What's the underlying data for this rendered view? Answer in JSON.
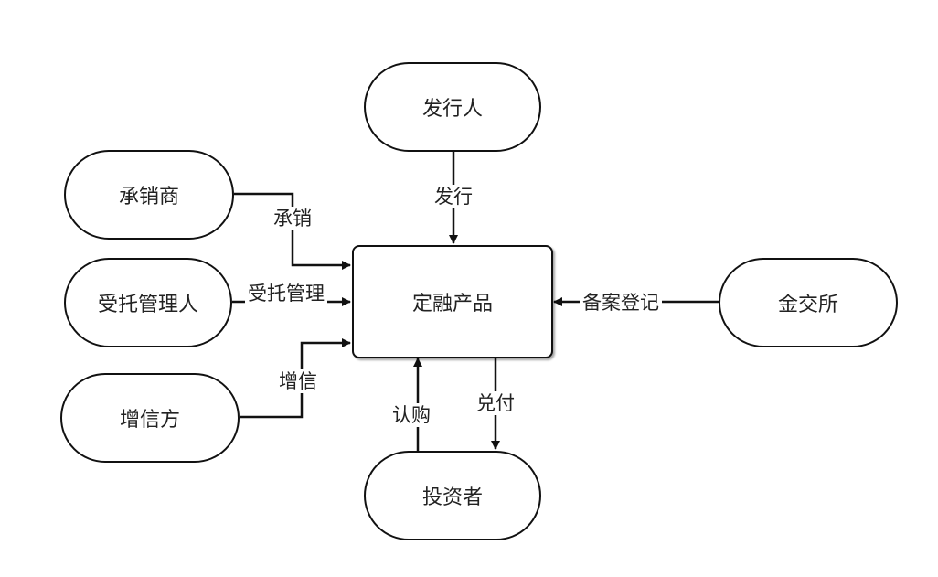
{
  "nodes": {
    "issuer": "发行人",
    "underwriter": "承销商",
    "trustee": "受托管理人",
    "guarantor": "增信方",
    "product": "定融产品",
    "exchange": "金交所",
    "investor": "投资者"
  },
  "edges": {
    "issue": "发行",
    "underwrite": "承销",
    "trust_manage": "受托管理",
    "credit_enhance": "增信",
    "filing": "备案登记",
    "subscribe": "认购",
    "redeem": "兑付"
  },
  "colors": {
    "stroke": "#111111",
    "text": "#222222",
    "background": "#ffffff"
  }
}
